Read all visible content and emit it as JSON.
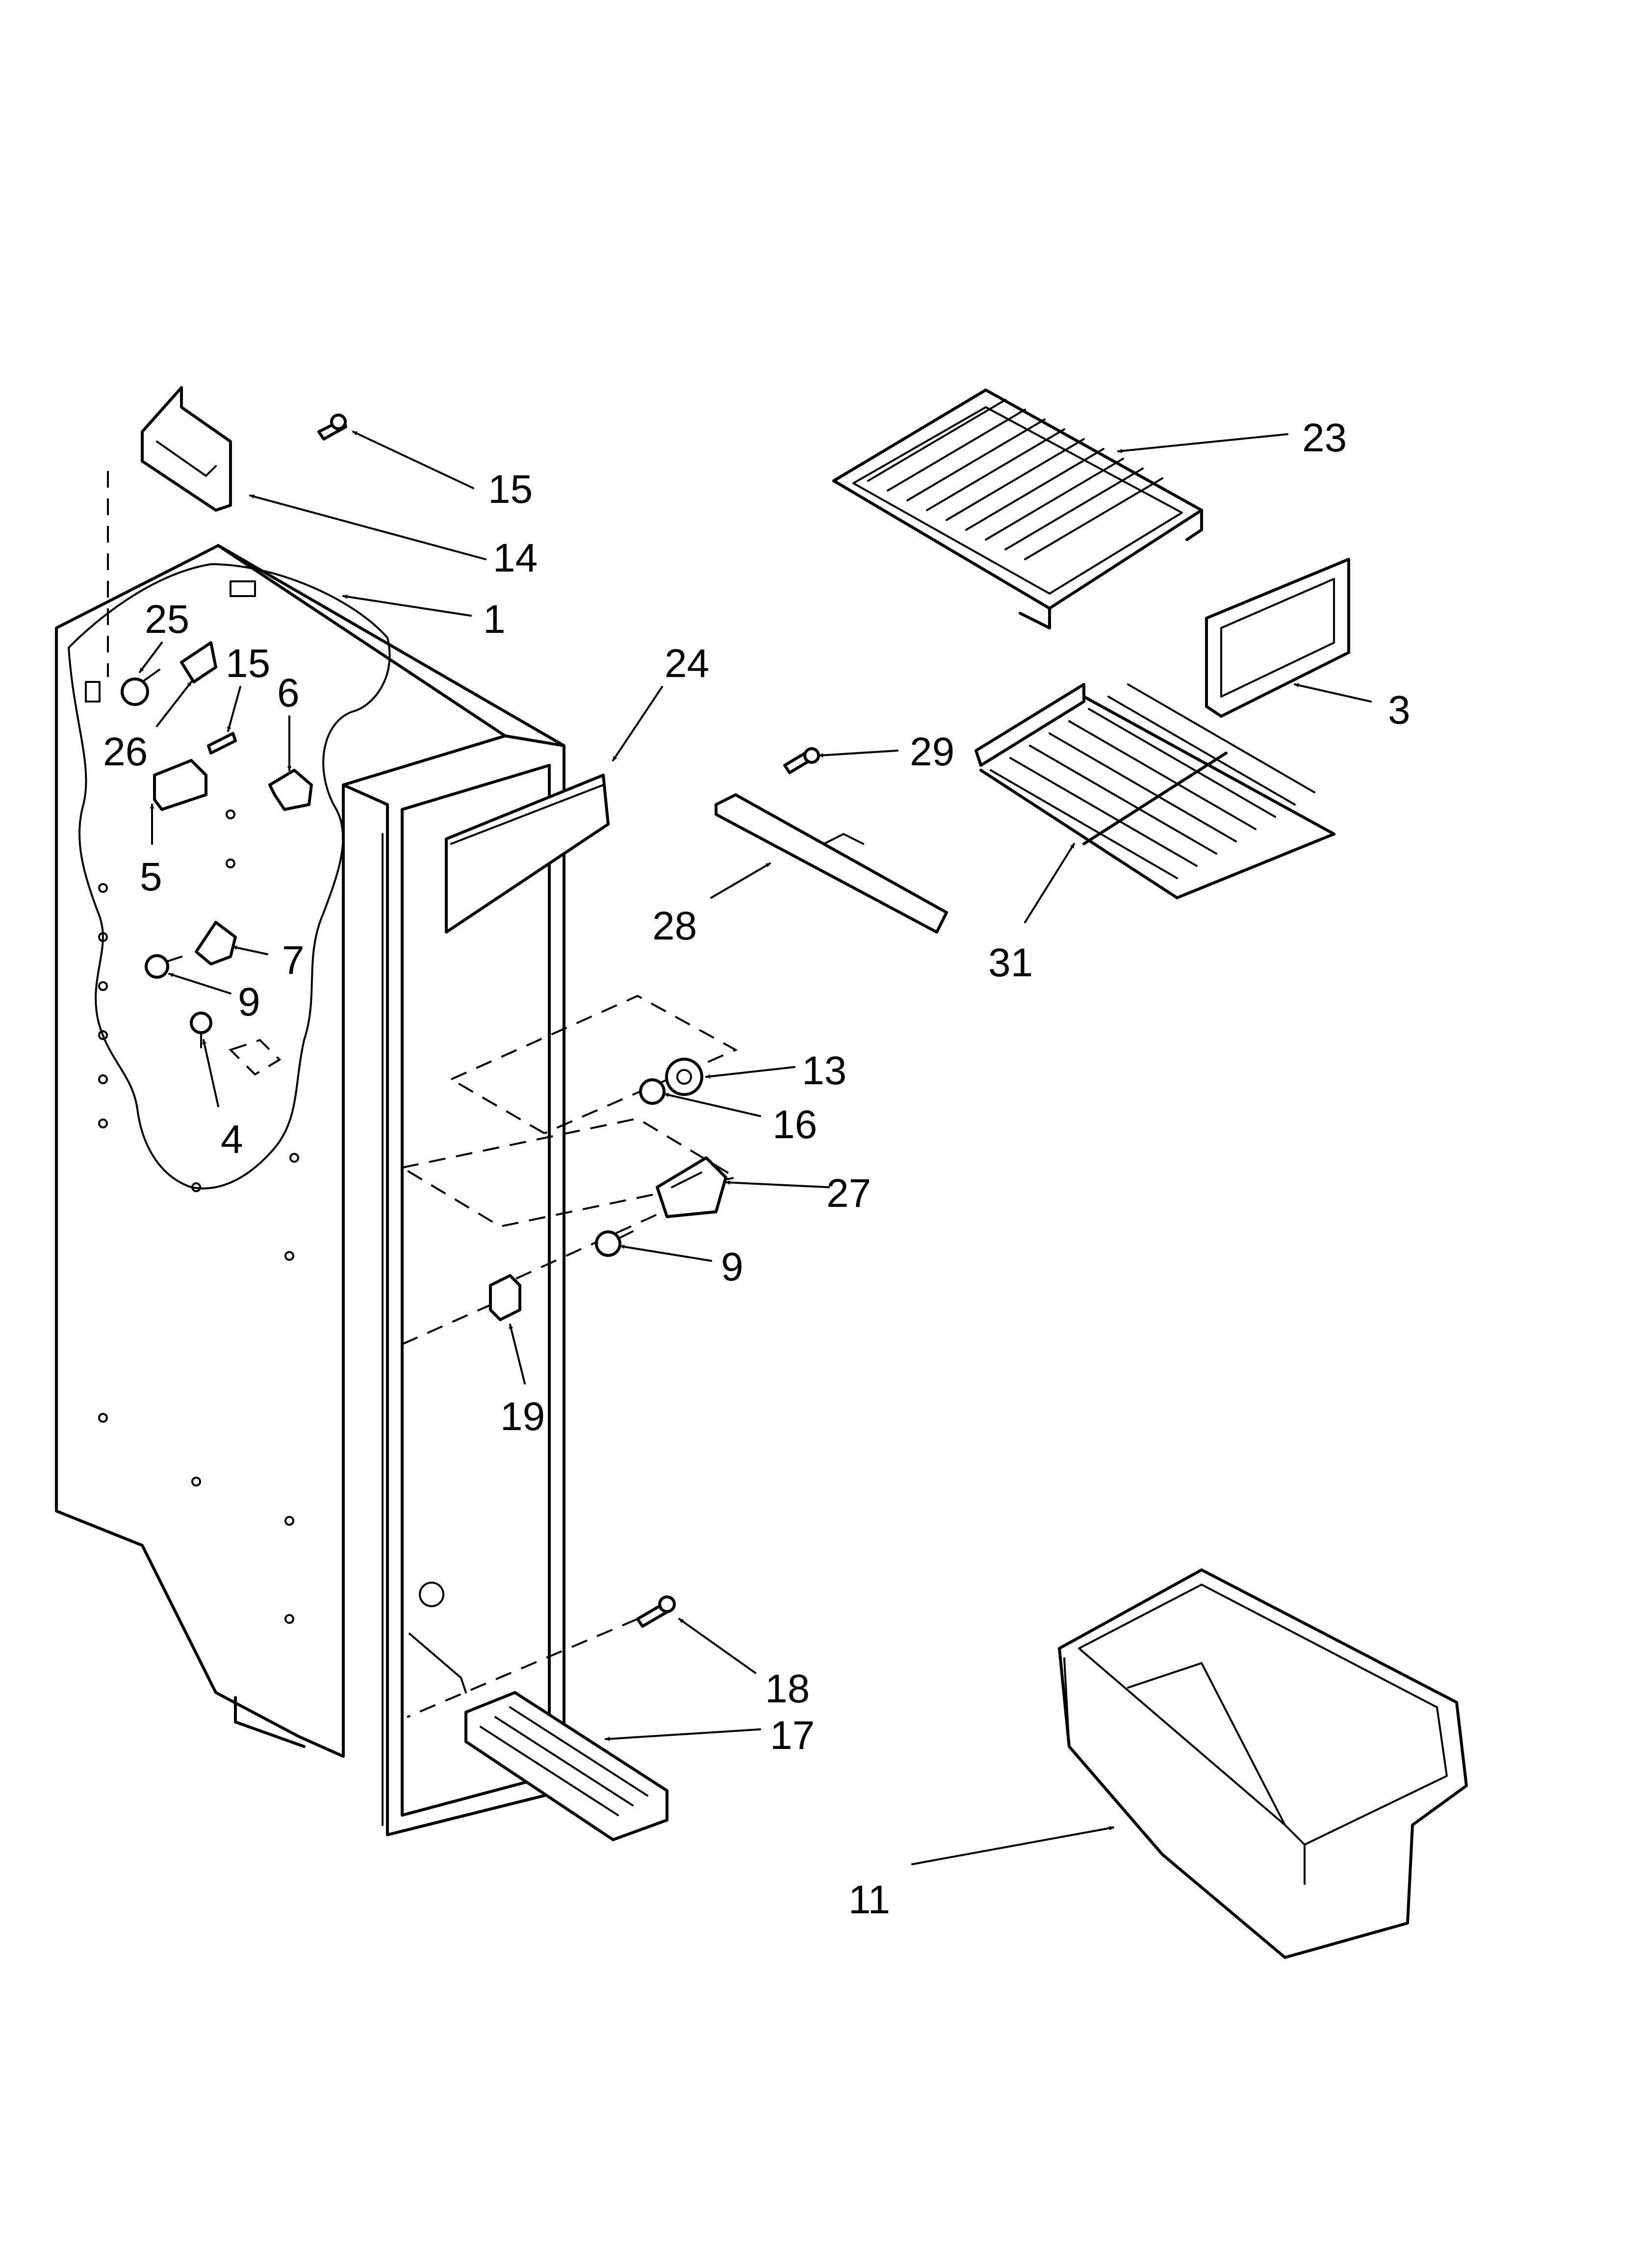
{
  "diagram": {
    "callouts": [
      {
        "id": "c15a",
        "label": "15"
      },
      {
        "id": "c14",
        "label": "14"
      },
      {
        "id": "c1",
        "label": "1"
      },
      {
        "id": "c25",
        "label": "25"
      },
      {
        "id": "c15b",
        "label": "15"
      },
      {
        "id": "c6",
        "label": "6"
      },
      {
        "id": "c26",
        "label": "26"
      },
      {
        "id": "c5",
        "label": "5"
      },
      {
        "id": "c7",
        "label": "7"
      },
      {
        "id": "c9a",
        "label": "9"
      },
      {
        "id": "c4",
        "label": "4"
      },
      {
        "id": "c24",
        "label": "24"
      },
      {
        "id": "c23",
        "label": "23"
      },
      {
        "id": "c3",
        "label": "3"
      },
      {
        "id": "c29",
        "label": "29"
      },
      {
        "id": "c28",
        "label": "28"
      },
      {
        "id": "c31",
        "label": "31"
      },
      {
        "id": "c13",
        "label": "13"
      },
      {
        "id": "c16",
        "label": "16"
      },
      {
        "id": "c27",
        "label": "27"
      },
      {
        "id": "c9b",
        "label": "9"
      },
      {
        "id": "c19",
        "label": "19"
      },
      {
        "id": "c18",
        "label": "18"
      },
      {
        "id": "c17",
        "label": "17"
      },
      {
        "id": "c11",
        "label": "11"
      }
    ]
  }
}
